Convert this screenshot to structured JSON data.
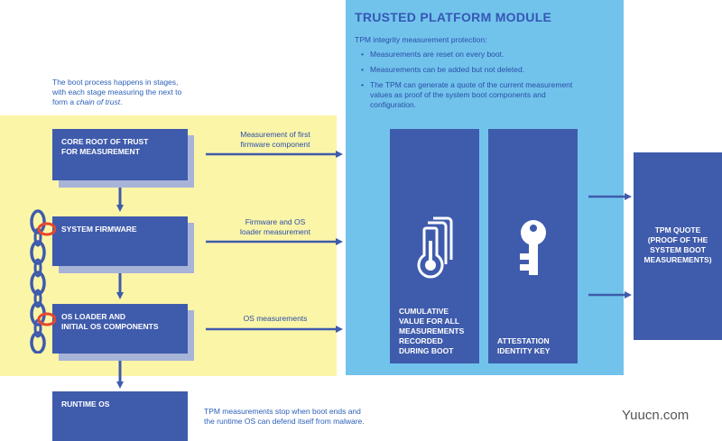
{
  "intro_note": {
    "line1": "The boot process happens in stages,",
    "line2": "with each stage measuring the next to",
    "line3_prefix": "form a ",
    "line3_emphasis": "chain of trust",
    "line3_suffix": "."
  },
  "stages": [
    {
      "line1": "CORE ROOT OF TRUST",
      "line2": "FOR MEASUREMENT"
    },
    {
      "line1": "SYSTEM FIRMWARE",
      "line2": ""
    },
    {
      "line1": "OS LOADER AND",
      "line2": "INITIAL OS COMPONENTS"
    },
    {
      "line1": "RUNTIME OS",
      "line2": ""
    }
  ],
  "edge_labels": [
    {
      "line1": "Measurement of first",
      "line2": "firmware component"
    },
    {
      "line1": "Firmware and OS",
      "line2": "loader measurement"
    },
    {
      "line1": "OS measurements",
      "line2": ""
    }
  ],
  "tpm": {
    "title": "TRUSTED PLATFORM MODULE",
    "intro": "TPM integrity measurement protection:",
    "bullets": [
      "Measurements are reset on every boot.",
      "Measurements can be added but not deleted.",
      "The TPM can generate a quote of the current measurement values as proof of the system boot components and configuration."
    ],
    "pcr_box": {
      "lines": [
        "CUMULATIVE",
        "VALUE FOR ALL",
        "MEASUREMENTS",
        "RECORDED",
        "DURING BOOT"
      ]
    },
    "key_box": {
      "lines": [
        "ATTESTATION",
        "IDENTITY KEY"
      ]
    }
  },
  "quote_box": {
    "lines": [
      "TPM QUOTE",
      "(PROOF OF THE",
      "SYSTEM BOOT",
      "MEASUREMENTS)"
    ]
  },
  "end_note": {
    "line1": "TPM measurements stop when boot ends and",
    "line2": "the runtime OS can defend itself from malware."
  },
  "watermark": "Yuucn.com",
  "icons": {
    "chain": "chain-link-icon",
    "measurement": "thermometer-stack-icon",
    "key": "key-icon"
  },
  "colors": {
    "box_blue": "#3f5bac",
    "tpm_zone": "#71c3ec",
    "trust_zone": "#fbf5a8",
    "arrow": "#3f5bac",
    "chain_link": "#3f5bac",
    "chain_highlight": "#e8462b"
  }
}
